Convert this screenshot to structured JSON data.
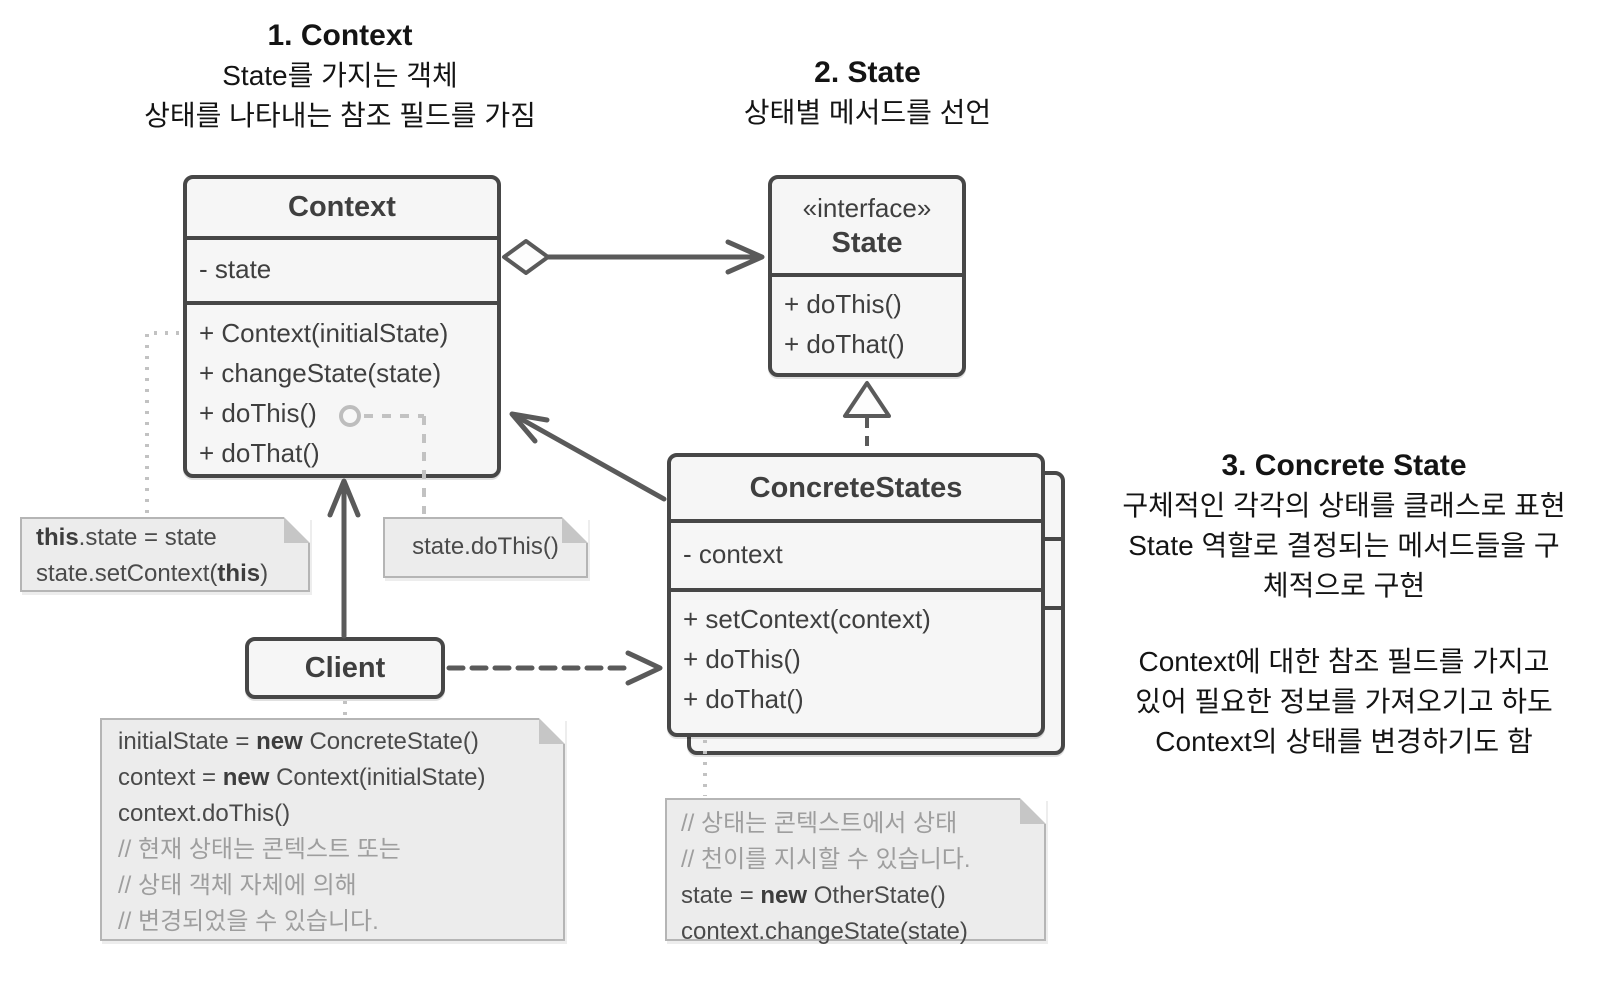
{
  "colors": {
    "box_fill": "#f6f6f6",
    "box_border": "#474747",
    "note_fill": "#ececec",
    "note_border": "#b5b5b5",
    "text": "#3f3f3f",
    "comment_text": "#9e9e9e",
    "connector_dark": "#5a5a5a",
    "connector_light": "#c2c2c2"
  },
  "annotations": {
    "context": {
      "title": "1. Context",
      "line1": "State를 가지는 객체",
      "line2": "상태를 나타내는 참조 필드를 가짐"
    },
    "state": {
      "title": "2. State",
      "line1": "상태별 메서드를 선언"
    },
    "concrete_state": {
      "title": "3. Concrete State",
      "para1_line1": "구체적인 각각의 상태를 클래스로 표현",
      "para1_line2": "State 역할로 결정되는 메서드들을 구",
      "para1_line3": "체적으로 구현",
      "para2_line1": "Context에 대한 참조 필드를 가지고",
      "para2_line2": "있어 필요한 정보를 가져오기고 하도",
      "para2_line3": "Context의 상태를 변경하기도 함"
    }
  },
  "uml": {
    "context": {
      "name": "Context",
      "attr1": "- state",
      "method1": "+ Context(initialState)",
      "method2": "+ changeState(state)",
      "method3": "+ doThis()",
      "method4": "+ doThat()"
    },
    "state": {
      "stereotype": "«interface»",
      "name": "State",
      "method1": "+ doThis()",
      "method2": "+ doThat()"
    },
    "concrete_states": {
      "name": "ConcreteStates",
      "attr1": "- context",
      "method1": "+ setContext(context)",
      "method2": "+ doThis()",
      "method3": "+ doThat()"
    },
    "client": {
      "name": "Client"
    }
  },
  "notes": {
    "context_assign": {
      "line1": {
        "pre": "",
        "bold": "this",
        "post": ".state = state"
      },
      "line2": {
        "pre": "state.setContext(",
        "bold": "this",
        "post": ")"
      }
    },
    "do_this": {
      "line1": {
        "pre": "state.doThis()",
        "bold": "",
        "post": ""
      }
    },
    "client_code": {
      "line1": {
        "pre": "initialState = ",
        "bold": "new",
        "post": " ConcreteState()"
      },
      "line2": {
        "pre": "context = ",
        "bold": "new",
        "post": " Context(initialState)"
      },
      "line3": {
        "pre": "context.doThis()",
        "bold": "",
        "post": ""
      },
      "line4": {
        "pre": "// 현재 상태는 콘텍스트 또는",
        "bold": "",
        "post": ""
      },
      "line5": {
        "pre": "// 상태 객체 자체에 의해",
        "bold": "",
        "post": ""
      },
      "line6": {
        "pre": "// 변경되었을 수 있습니다.",
        "bold": "",
        "post": ""
      }
    },
    "state_transition": {
      "line1": {
        "pre": "// 상태는 콘텍스트에서 상태",
        "bold": "",
        "post": ""
      },
      "line2": {
        "pre": "// 천이를 지시할 수 있습니다.",
        "bold": "",
        "post": ""
      },
      "line3": {
        "pre": "state = ",
        "bold": "new",
        "post": " OtherState()"
      },
      "line4": {
        "pre": "context.changeState(state)",
        "bold": "",
        "post": ""
      }
    }
  }
}
